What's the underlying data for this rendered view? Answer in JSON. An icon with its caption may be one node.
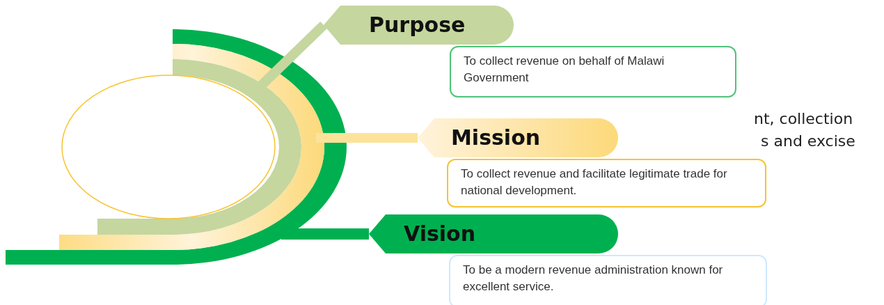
{
  "diagram": {
    "nodes": [
      {
        "text": [],
        "shape": "circle"
      },
      {
        "text": [
          "Purpose"
        ]
      },
      {
        "text": [
          "To collect revenue on behalf of Malawi Government"
        ]
      },
      {
        "text": [
          "Mission"
        ]
      },
      {
        "text": [
          "To collect revenue and facilitate legitimate trade for national development."
        ]
      },
      {
        "text": [
          "Vision"
        ]
      },
      {
        "text": [
          "To be a modern revenue administration known for excellent service."
        ]
      }
    ],
    "edges": [
      {
        "from": null,
        "to": 1,
        "arrow": "none",
        "color": "#c5d69f"
      },
      {
        "from": null,
        "to": 3,
        "arrow": "none",
        "color": "#fde29a"
      },
      {
        "from": null,
        "to": 5,
        "arrow": "none",
        "color": "#00b050"
      }
    ],
    "labels": [
      "nt, collection",
      "s and excise"
    ]
  }
}
